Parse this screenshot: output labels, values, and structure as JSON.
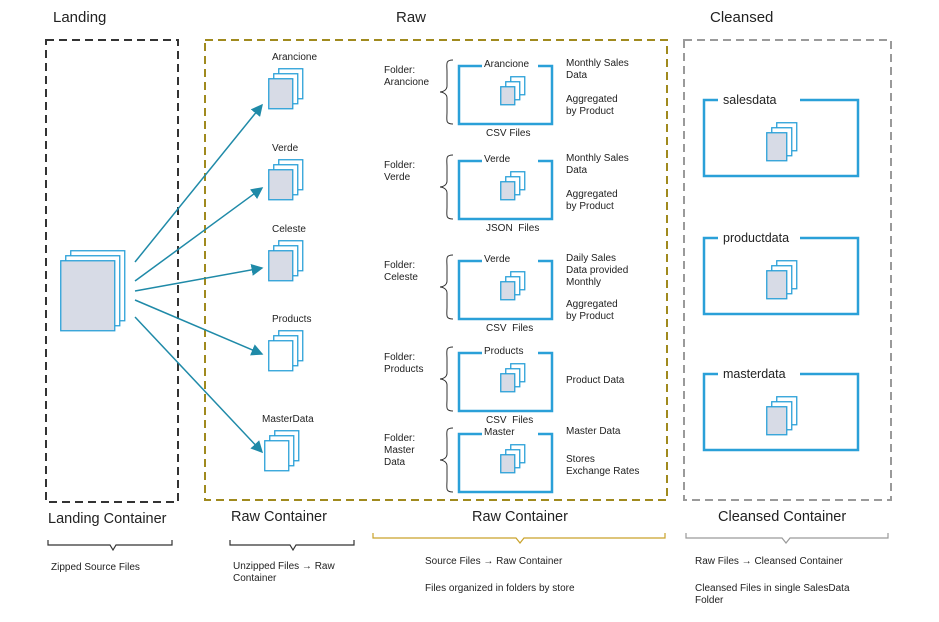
{
  "columns": {
    "landing": {
      "title": "Landing",
      "container_label": "Landing Container",
      "note": "Zipped Source Files"
    },
    "raw": {
      "title": "Raw",
      "left_container_label": "Raw Container",
      "left_note": "Unzipped Files → Raw Container",
      "right_container_label": "Raw Container",
      "right_note_1": "Source Files → Raw Container",
      "right_note_2": "Files organized in folders by store"
    },
    "cleansed": {
      "title": "Cleansed",
      "container_label": "Cleansed Container",
      "note_1": "Raw Files → Cleansed Container",
      "note_2": "Cleansed Files in single SalesData Folder"
    }
  },
  "unzipped_files": [
    {
      "label": "Arancione"
    },
    {
      "label": "Verde"
    },
    {
      "label": "Celeste"
    },
    {
      "label": "Products"
    },
    {
      "label": "MasterData"
    }
  ],
  "folders": [
    {
      "folder": "Folder:\nArancione",
      "title": "Arancione",
      "type": "CSV Files",
      "desc1": "Monthly Sales\nData",
      "desc2": "Aggregated\nby Product"
    },
    {
      "folder": "Folder:\nVerde",
      "title": "Verde",
      "type": "JSON  Files",
      "desc1": "Monthly Sales\nData",
      "desc2": "Aggregated\nby Product"
    },
    {
      "folder": "Folder:\nCeleste",
      "title": "Verde",
      "type": "CSV  Files",
      "desc1": "Daily Sales\nData provided\nMonthly",
      "desc2": "Aggregated\nby Product"
    },
    {
      "folder": "Folder:\nProducts",
      "title": "Products",
      "type": "CSV  Files",
      "desc1": "Product Data",
      "desc2": ""
    },
    {
      "folder": "Folder:\nMaster\nData",
      "title": "Master",
      "type": "",
      "desc1": "Master Data",
      "desc2": "Stores\nExchange Rates"
    }
  ],
  "cleansed_folders": [
    {
      "label": "salesdata"
    },
    {
      "label": "productdata"
    },
    {
      "label": "masterdata"
    }
  ],
  "colors": {
    "landing_border": "#333333",
    "raw_border": "#a08a1e",
    "cleansed_border": "#9a9a9a",
    "accent": "#2aa0d8",
    "arrow": "#1f8aa8",
    "doc_fill": "#d7dbe6",
    "brace": "#c9a22a"
  }
}
